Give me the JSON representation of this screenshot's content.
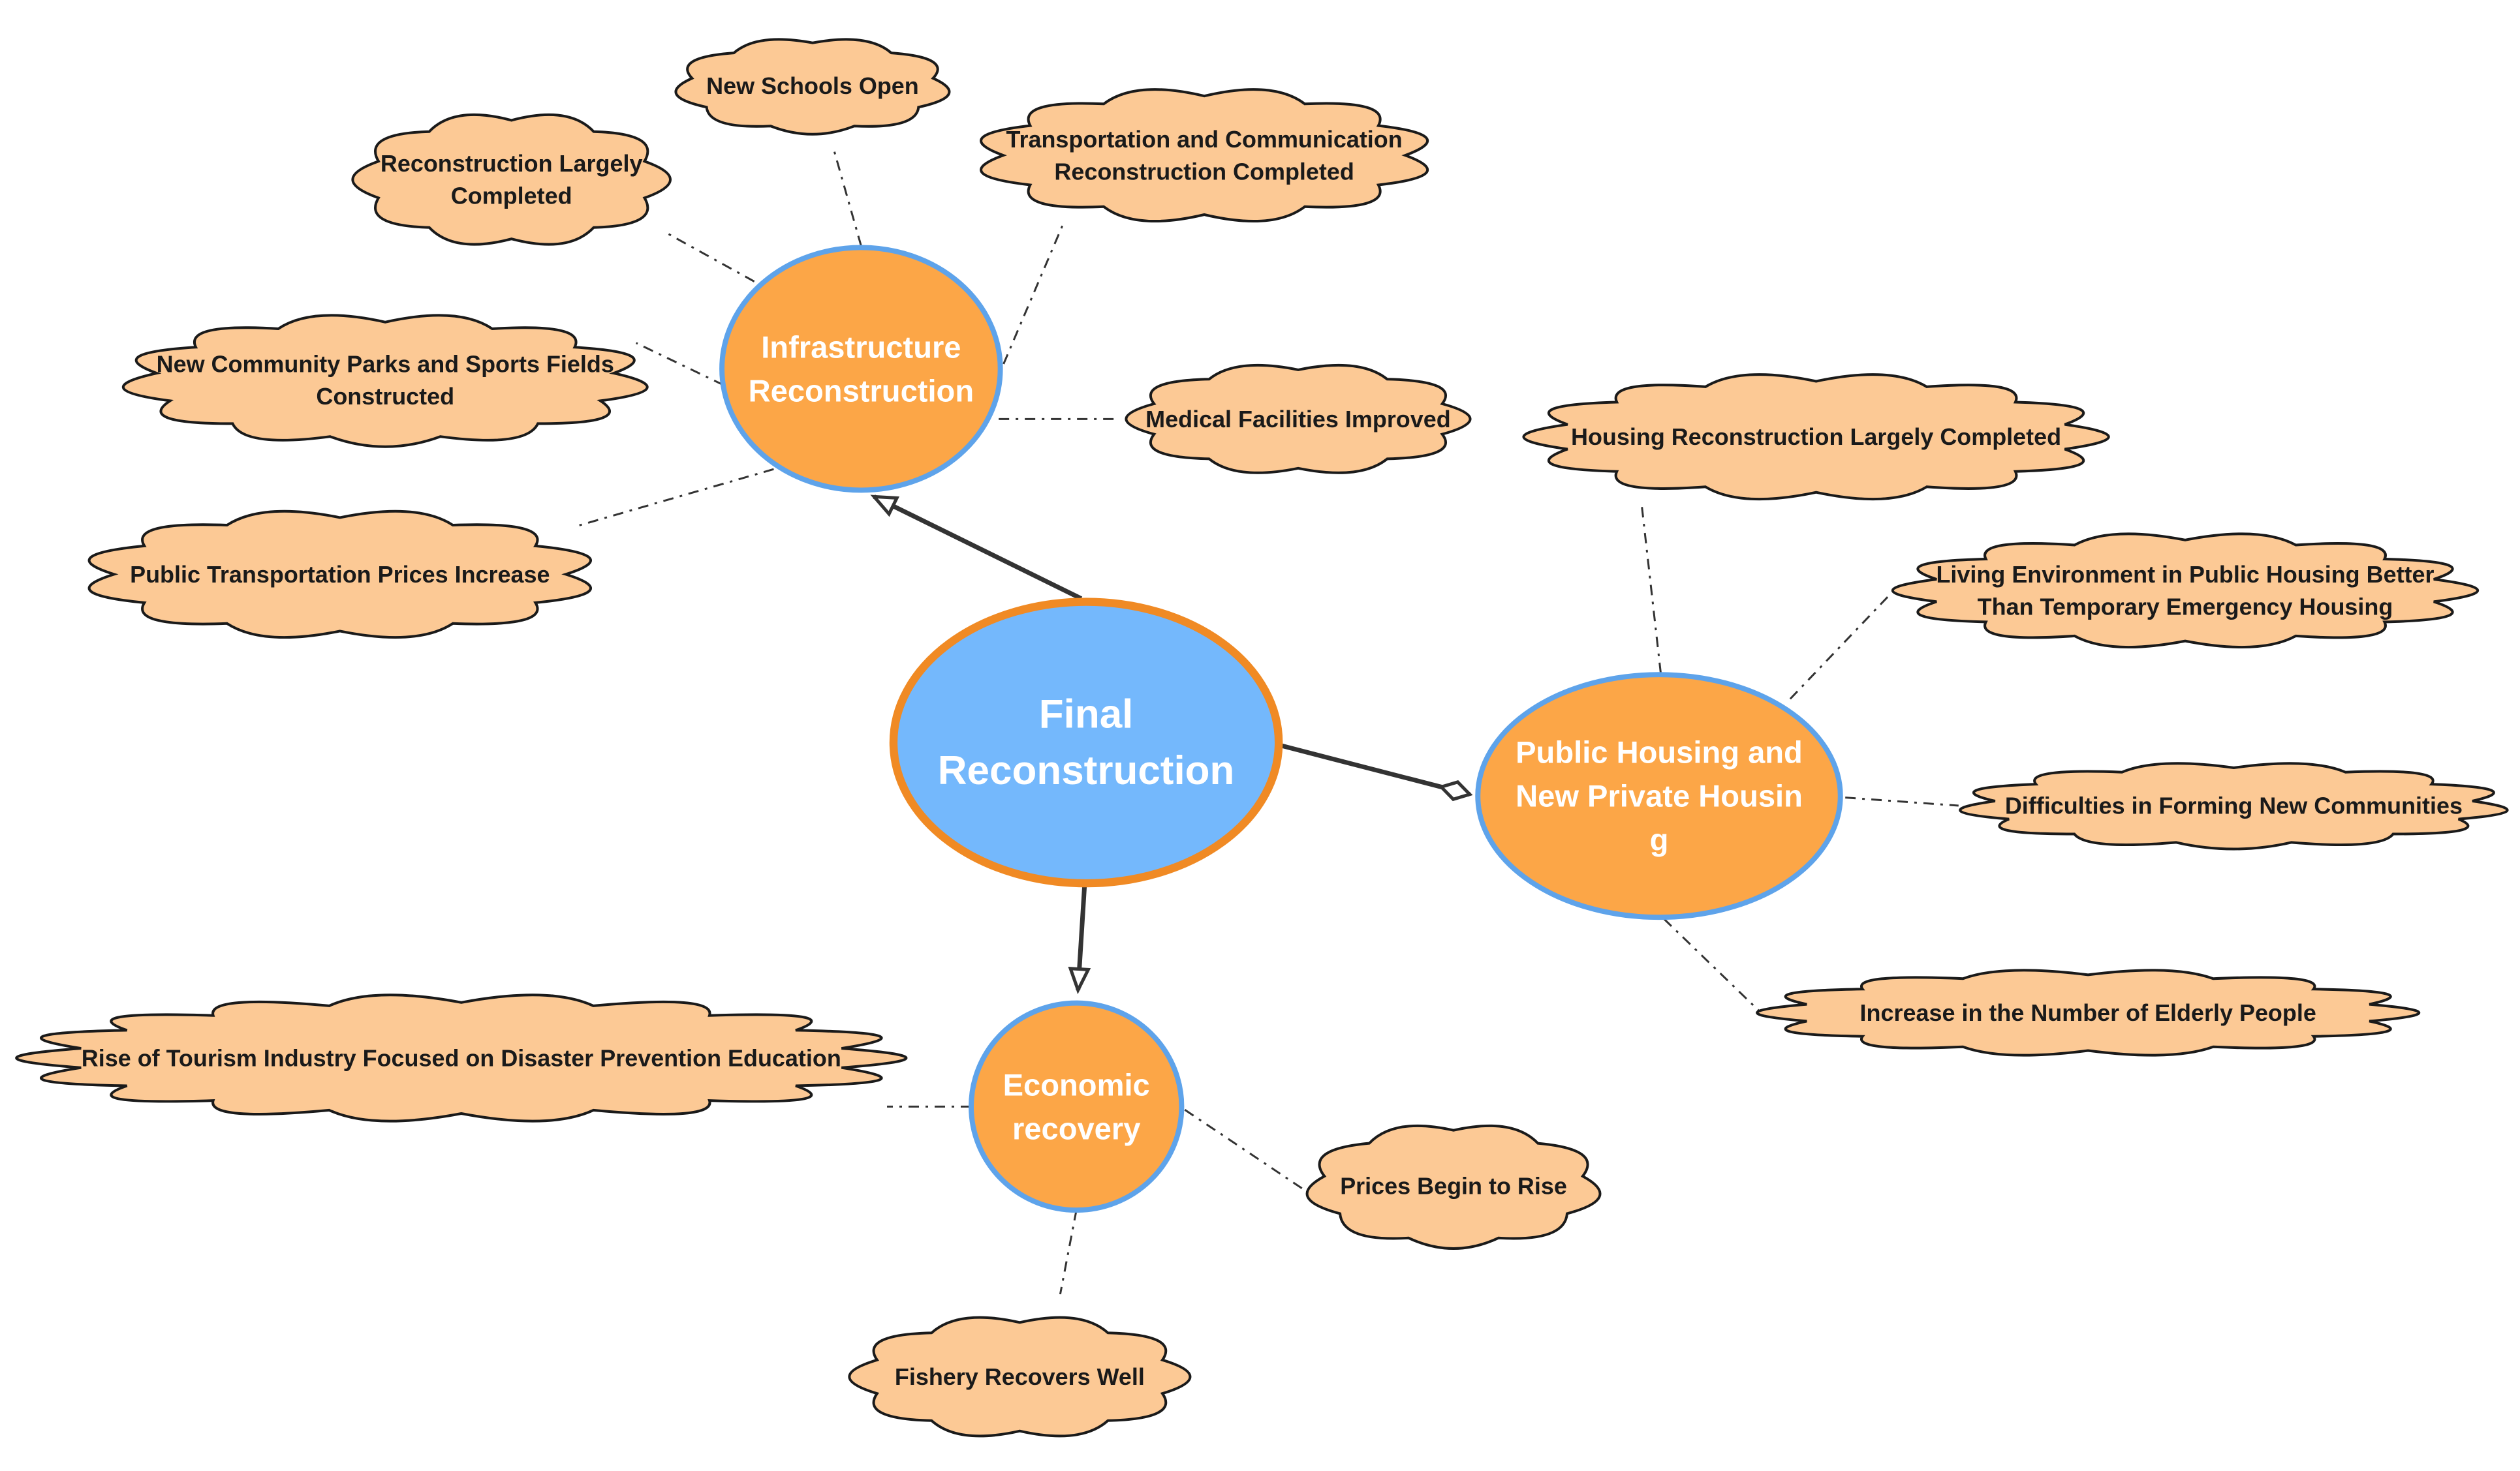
{
  "colors": {
    "central_fill": "#74b8fc",
    "central_stroke": "#f08a24",
    "branch_fill": "#fca647",
    "branch_stroke": "#5ea3ea",
    "cloud_fill": "#fcc995",
    "line": "#333333"
  },
  "central": {
    "lines": [
      "Final",
      "Reconstruction"
    ]
  },
  "branches": {
    "infrastructure": {
      "lines": [
        "Infrastructure",
        "Reconstruction"
      ]
    },
    "housing": {
      "lines": [
        "Public Housing and",
        "New Private Housin",
        "g"
      ]
    },
    "economic": {
      "lines": [
        "Economic",
        "recovery"
      ]
    }
  },
  "clouds": {
    "new_schools": {
      "lines": [
        "New Schools Open"
      ]
    },
    "reconstruction_completed": {
      "lines": [
        "Reconstruction Largely",
        "Completed"
      ]
    },
    "transport_comm": {
      "lines": [
        "Transportation and Communication",
        "Reconstruction Completed"
      ]
    },
    "community_parks": {
      "lines": [
        "New Community Parks and Sports Fields",
        "Constructed"
      ]
    },
    "medical": {
      "lines": [
        "Medical Facilities Improved"
      ]
    },
    "transport_prices": {
      "lines": [
        "Public Transportation Prices Increase"
      ]
    },
    "housing_completed": {
      "lines": [
        "Housing Reconstruction Largely Completed"
      ]
    },
    "living_environment": {
      "lines": [
        "Living Environment in Public Housing Better",
        "Than Temporary Emergency Housing"
      ]
    },
    "new_communities": {
      "lines": [
        "Difficulties in Forming New Communities"
      ]
    },
    "elderly": {
      "lines": [
        "Increase in the Number of Elderly People"
      ]
    },
    "tourism": {
      "lines": [
        "Rise of Tourism Industry Focused on Disaster Prevention Education"
      ]
    },
    "prices_rise": {
      "lines": [
        "Prices Begin to Rise"
      ]
    },
    "fishery": {
      "lines": [
        "Fishery Recovers Well"
      ]
    }
  }
}
